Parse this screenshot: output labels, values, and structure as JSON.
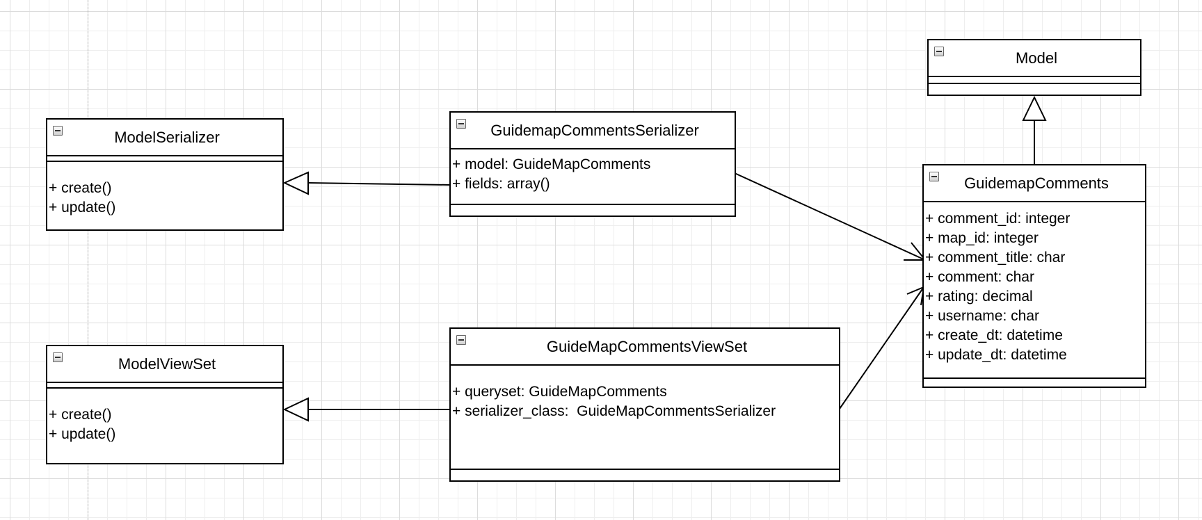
{
  "diagram": {
    "classes": {
      "model": {
        "name": "Model",
        "attributes": [],
        "methods": []
      },
      "model_serializer": {
        "name": "ModelSerializer",
        "attributes": [],
        "methods": [
          "+ create()",
          "+ update()"
        ]
      },
      "guidemap_comments_serializer": {
        "name": "GuidemapCommentsSerializer",
        "attributes": [
          "+ model: GuideMapComments",
          "+ fields: array()"
        ],
        "methods": []
      },
      "guidemap_comments": {
        "name": "GuidemapComments",
        "attributes": [
          "+ comment_id: integer",
          "+ map_id: integer",
          "+ comment_title: char",
          "+ comment: char",
          "+ rating: decimal",
          "+ username: char",
          "+ create_dt: datetime",
          "+ update_dt: datetime"
        ],
        "methods": []
      },
      "model_view_set": {
        "name": "ModelViewSet",
        "attributes": [],
        "methods": [
          "+ create()",
          "+ update()"
        ]
      },
      "guide_map_comments_view_set": {
        "name": "GuideMapCommentsViewSet",
        "attributes": [
          "+ queryset: GuideMapComments",
          "+ serializer_class:  GuideMapCommentsSerializer"
        ],
        "methods": []
      }
    },
    "relations": [
      {
        "from": "GuidemapCommentsSerializer",
        "to": "ModelSerializer",
        "kind": "generalization"
      },
      {
        "from": "GuidemapComments",
        "to": "Model",
        "kind": "generalization"
      },
      {
        "from": "GuideMapCommentsViewSet",
        "to": "ModelViewSet",
        "kind": "generalization"
      },
      {
        "from": "GuidemapCommentsSerializer",
        "to": "GuidemapComments",
        "kind": "association"
      },
      {
        "from": "GuideMapCommentsViewSet",
        "to": "GuidemapComments",
        "kind": "association"
      }
    ],
    "colors": {
      "grid_major": "#dcdcdc",
      "grid_minor": "#eeeeee",
      "line": "#000000",
      "background": "#ffffff"
    },
    "icons": {
      "collapse": "collapse-icon"
    }
  }
}
